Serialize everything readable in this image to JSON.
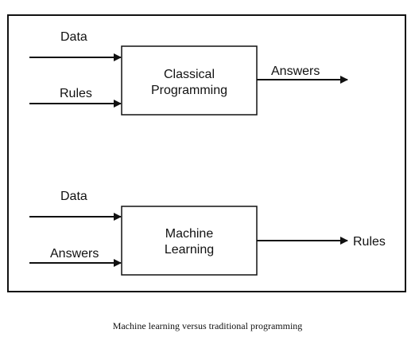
{
  "diagram": {
    "classical": {
      "input_data": "Data",
      "input_rules": "Rules",
      "box_line1": "Classical",
      "box_line2": "Programming",
      "output": "Answers"
    },
    "ml": {
      "input_data": "Data",
      "input_answers": "Answers",
      "box_line1": "Machine",
      "box_line2": "Learning",
      "output": "Rules"
    }
  },
  "caption": "Machine learning versus traditional programming",
  "colors": {
    "stroke": "#111111",
    "background": "#ffffff"
  }
}
